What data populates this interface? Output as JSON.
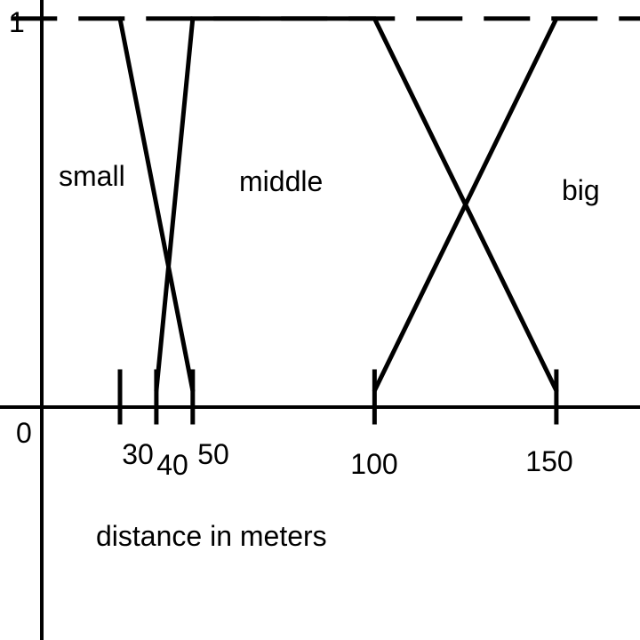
{
  "chart_data": {
    "type": "line",
    "xlabel": "distance in meters",
    "ylabel": "",
    "y_ticks": [
      {
        "value": 0,
        "label": "0"
      },
      {
        "value": 1,
        "label": "1"
      }
    ],
    "x_ticks": [
      {
        "value": 30,
        "label": "30"
      },
      {
        "value": 40,
        "label": "40"
      },
      {
        "value": 50,
        "label": "50"
      },
      {
        "value": 100,
        "label": "100"
      },
      {
        "value": 150,
        "label": "150"
      }
    ],
    "xlim": [
      -3,
      173
    ],
    "ylim": [
      -0.67,
      1.05
    ],
    "top_line": {
      "y": 1,
      "style": "dashed"
    },
    "series": [
      {
        "name": "small",
        "points": [
          [
            30,
            1
          ],
          [
            50,
            0
          ]
        ]
      },
      {
        "name": "middle",
        "points": [
          [
            40,
            0
          ],
          [
            50,
            1
          ],
          [
            100,
            1
          ],
          [
            150,
            0
          ]
        ]
      },
      {
        "name": "big",
        "points": [
          [
            100,
            0
          ],
          [
            150,
            1
          ]
        ]
      }
    ],
    "grid": false,
    "legend": "none"
  }
}
